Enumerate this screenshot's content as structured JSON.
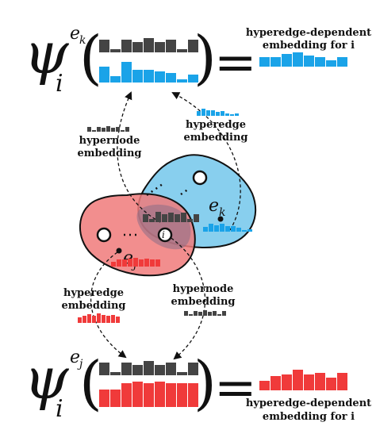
{
  "top": {
    "psi": "ψ",
    "subscript": "i",
    "superscript_e": "e",
    "superscript_sub": "k",
    "equals": "=",
    "result_label_line1": "hyperedge-dependent",
    "result_label_line2": "embedding for i"
  },
  "bottom": {
    "psi": "ψ",
    "subscript": "i",
    "superscript_e": "e",
    "superscript_sub": "j",
    "equals": "=",
    "result_label_line1": "hyperedge-dependent",
    "result_label_line2": "embedding for i"
  },
  "middle": {
    "hypernode_label_top_line1": "hypernode",
    "hypernode_label_top_line2": "embedding",
    "hyperedge_label_top_line1": "hyperedge",
    "hyperedge_label_top_line2": "embedding",
    "hyperedge_label_bottom_line1": "hyperedge",
    "hyperedge_label_bottom_line2": "embedding",
    "hypernode_label_bottom_line1": "hypernode",
    "hypernode_label_bottom_line2": "embedding",
    "node_i": "i",
    "edge_k_e": "e",
    "edge_k_sub": "k",
    "edge_j_e": "e",
    "edge_j_sub": "j"
  },
  "colors": {
    "dark": "#444444",
    "blue": "#1aa3e8",
    "red": "#f03a3a",
    "red_fill": "#f07a7a",
    "blue_fill": "#88cfee"
  }
}
